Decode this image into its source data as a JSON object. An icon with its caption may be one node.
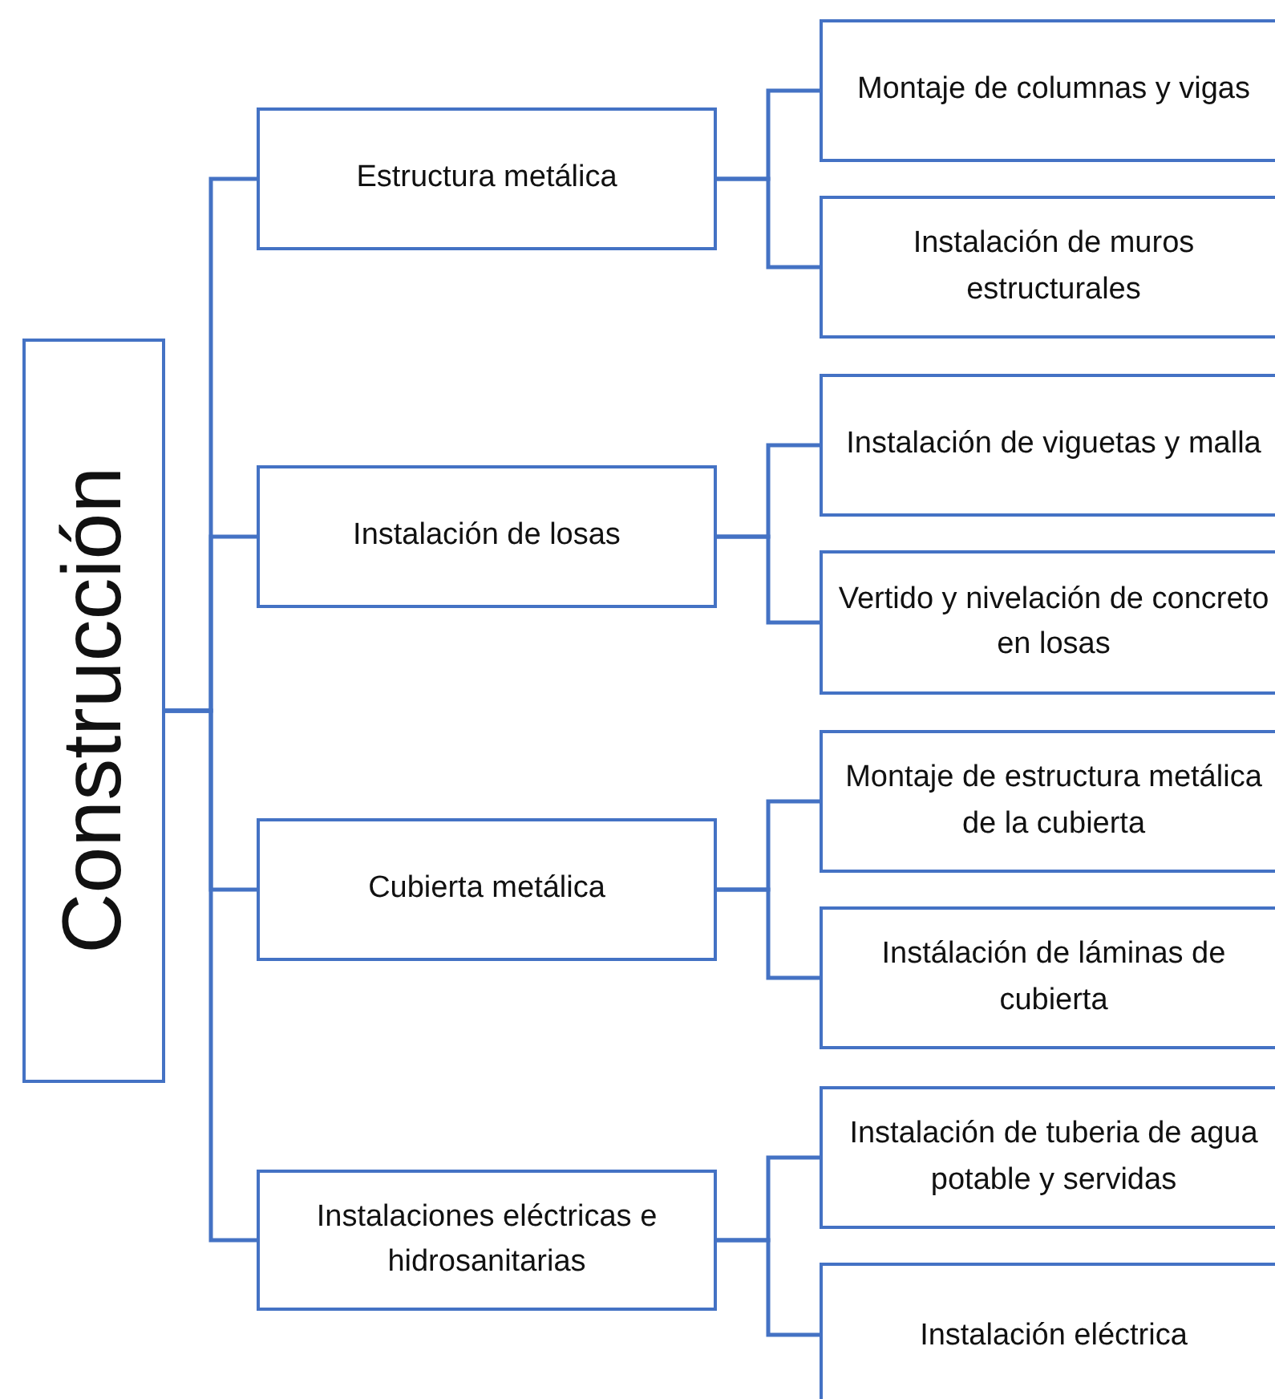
{
  "diagram": {
    "nodes": [
      {
        "text": [
          "Construcción"
        ]
      },
      {
        "text": [
          "Estructura metálica"
        ]
      },
      {
        "text": [
          "Montaje de columnas y vigas"
        ]
      },
      {
        "text": [
          "Instalación de muros estructurales"
        ]
      },
      {
        "text": [
          "Instalación de losas"
        ]
      },
      {
        "text": [
          "Instalación de viguetas y malla"
        ]
      },
      {
        "text": [
          "Vertido y nivelación de concreto en losas"
        ]
      },
      {
        "text": [
          "Cubierta metálica"
        ]
      },
      {
        "text": [
          "Montaje de estructura metálica de la cubierta"
        ]
      },
      {
        "text": [
          "Instálación de láminas de cubierta"
        ]
      },
      {
        "text": [
          "Instalaciones eléctricas e hidrosanitarias"
        ]
      },
      {
        "text": [
          "Instalación de tuberia de agua potable y servidas"
        ]
      },
      {
        "text": [
          "Instalación eléctrica"
        ]
      }
    ],
    "edges": [
      {
        "from": 0,
        "to": 1,
        "arrow": "none"
      },
      {
        "from": 0,
        "to": 4,
        "arrow": "none"
      },
      {
        "from": 0,
        "to": 7,
        "arrow": "none"
      },
      {
        "from": 0,
        "to": 10,
        "arrow": "none"
      },
      {
        "from": 1,
        "to": 2,
        "arrow": "none"
      },
      {
        "from": 1,
        "to": 3,
        "arrow": "none"
      },
      {
        "from": 4,
        "to": 5,
        "arrow": "none"
      },
      {
        "from": 4,
        "to": 6,
        "arrow": "none"
      },
      {
        "from": 7,
        "to": 8,
        "arrow": "none"
      },
      {
        "from": 7,
        "to": 9,
        "arrow": "none"
      },
      {
        "from": 10,
        "to": 11,
        "arrow": "none"
      },
      {
        "from": 10,
        "to": 12,
        "arrow": "none"
      }
    ]
  }
}
